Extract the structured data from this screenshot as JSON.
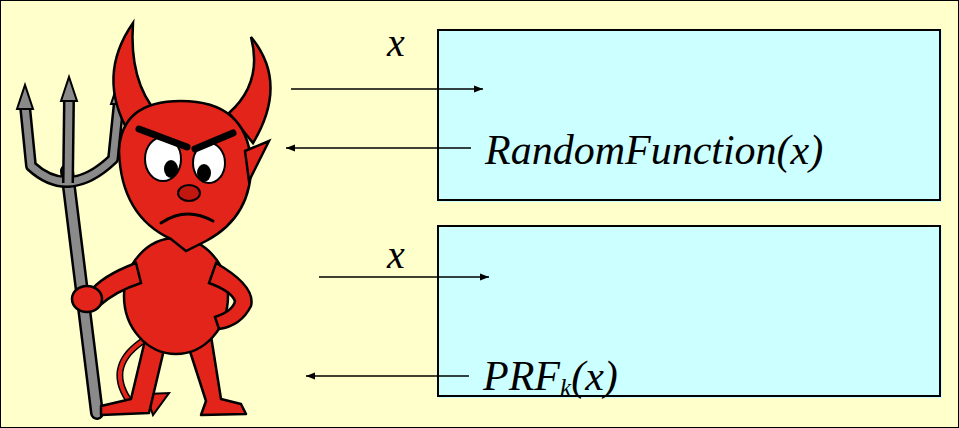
{
  "diagram": {
    "nodes": [
      {
        "text": [
          "RandomFunction(x)"
        ]
      },
      {
        "text": [
          "PRFk(x)"
        ]
      }
    ],
    "labels": [
      "x",
      "x"
    ]
  }
}
